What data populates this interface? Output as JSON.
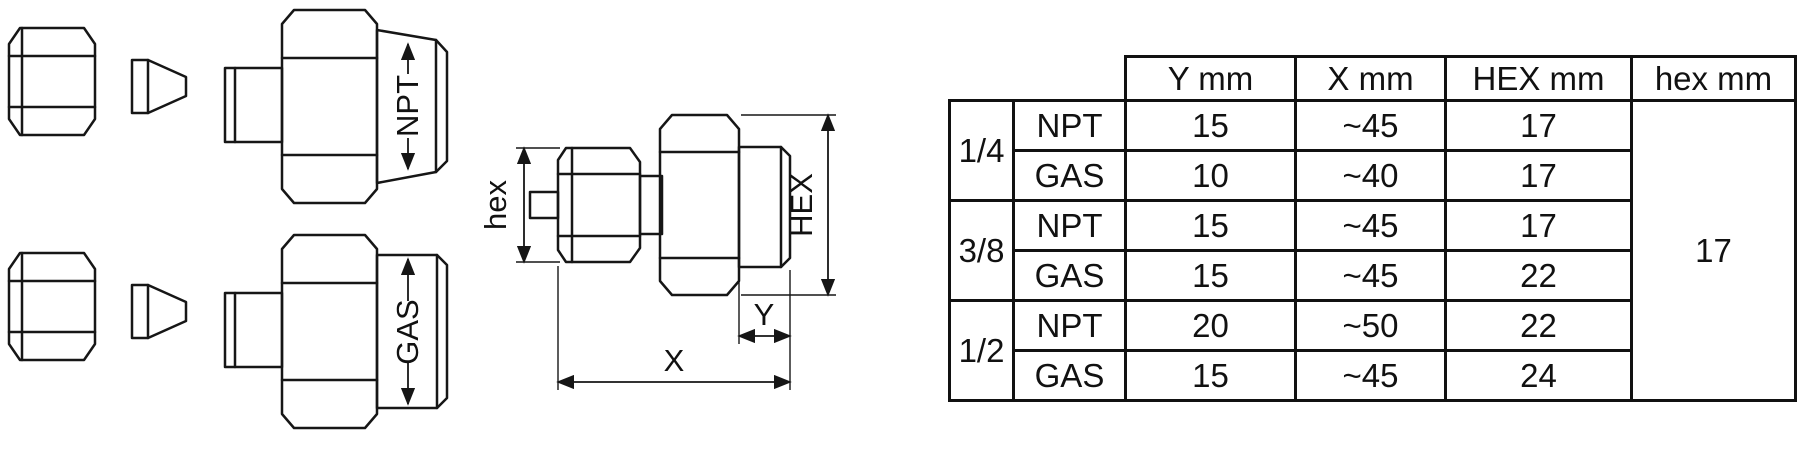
{
  "diagram": {
    "top_fitting": {
      "thread_label": "NPT"
    },
    "bottom_fitting": {
      "thread_label": "GAS"
    },
    "assembled": {
      "nut_dim_label": "hex",
      "body_dim_label": "HEX",
      "thread_length_label": "Y",
      "overall_length_label": "X"
    }
  },
  "table": {
    "headers": {
      "y": "Y mm",
      "x": "X mm",
      "hex_body": "HEX mm",
      "hex_nut": "hex mm"
    },
    "rows": [
      {
        "size": "1/4",
        "thread": "NPT",
        "y": "15",
        "x": "~45",
        "hex_body": "17"
      },
      {
        "size": "1/4",
        "thread": "GAS",
        "y": "10",
        "x": "~40",
        "hex_body": "17"
      },
      {
        "size": "3/8",
        "thread": "NPT",
        "y": "15",
        "x": "~45",
        "hex_body": "17"
      },
      {
        "size": "3/8",
        "thread": "GAS",
        "y": "15",
        "x": "~45",
        "hex_body": "22"
      },
      {
        "size": "1/2",
        "thread": "NPT",
        "y": "20",
        "x": "~50",
        "hex_body": "22"
      },
      {
        "size": "1/2",
        "thread": "GAS",
        "y": "15",
        "x": "~45",
        "hex_body": "24"
      }
    ],
    "hex_nut_value": "17"
  }
}
